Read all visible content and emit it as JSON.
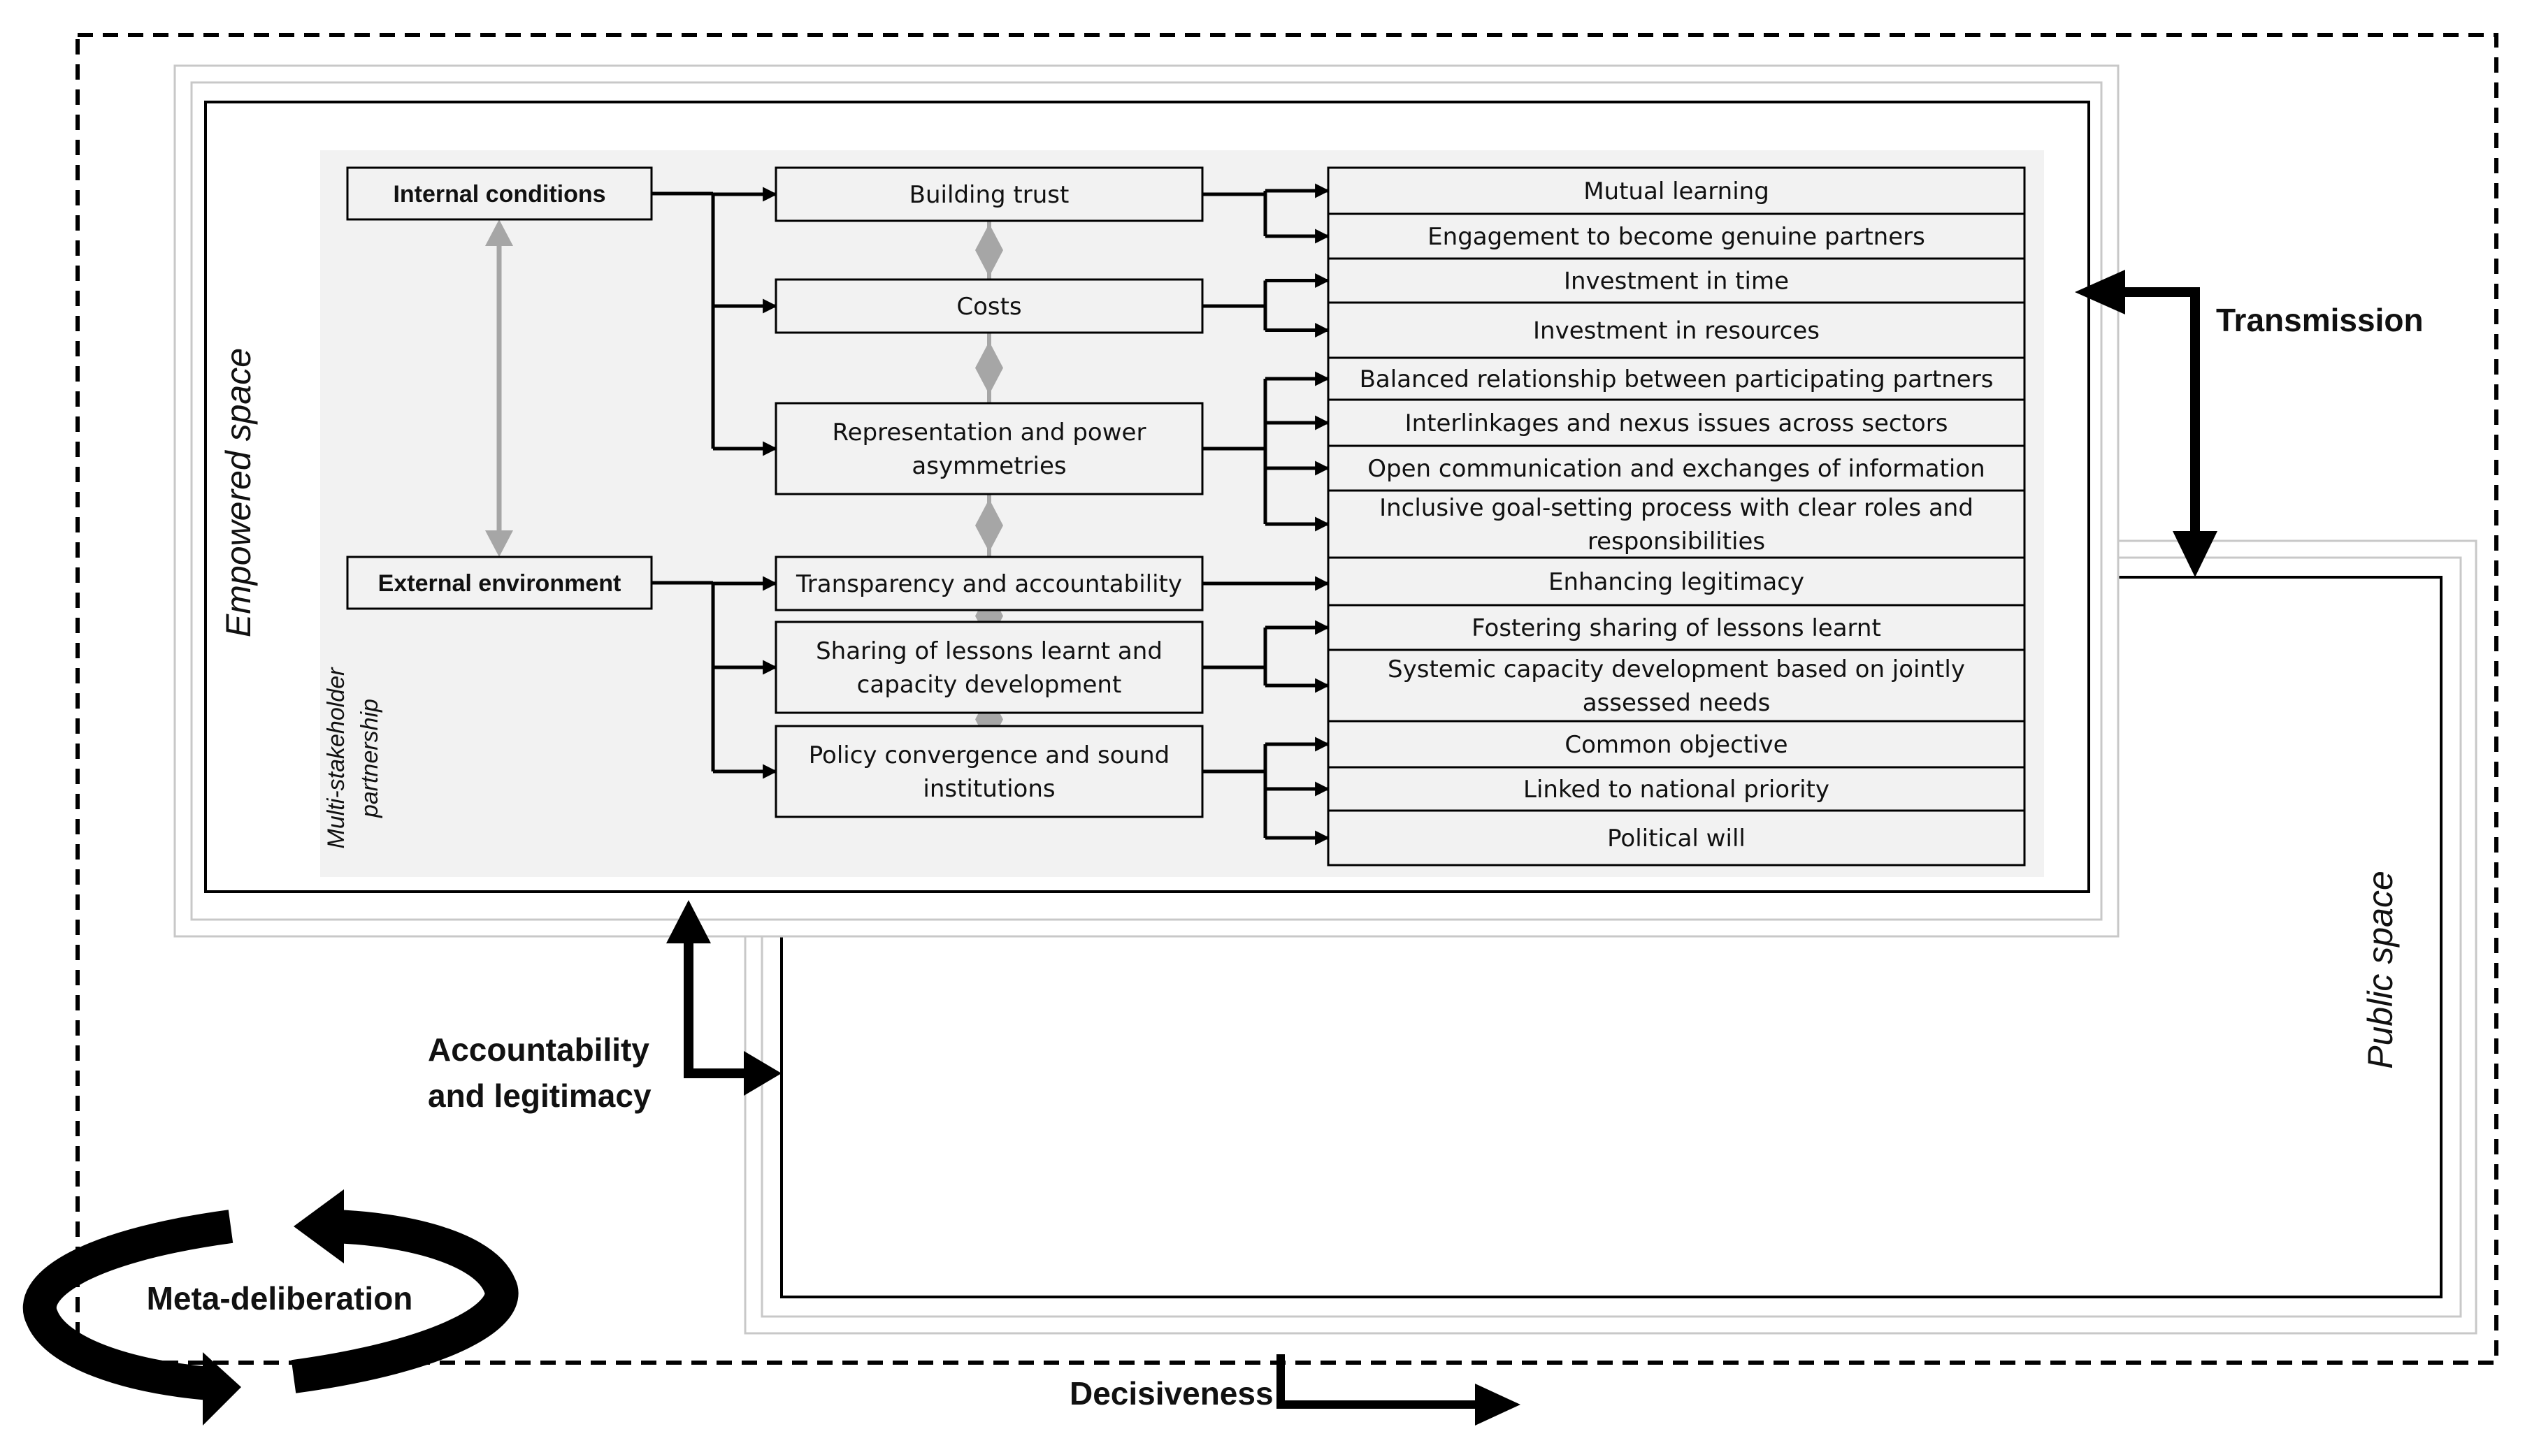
{
  "inputs": {
    "internal": "Internal conditions",
    "external": "External environment"
  },
  "factors": [
    {
      "lines": [
        "Building trust"
      ]
    },
    {
      "lines": [
        "Costs"
      ]
    },
    {
      "lines": [
        "Representation and power",
        "asymmetries"
      ]
    },
    {
      "lines": [
        "Transparency and accountability"
      ]
    },
    {
      "lines": [
        "Sharing of lessons learnt and",
        "capacity development"
      ]
    },
    {
      "lines": [
        "Policy convergence and sound",
        "institutions"
      ]
    }
  ],
  "outcomes": [
    {
      "lines": [
        "Mutual learning"
      ]
    },
    {
      "lines": [
        "Engagement to become genuine partners"
      ]
    },
    {
      "lines": [
        "Investment in time"
      ]
    },
    {
      "lines": [
        "Investment in resources"
      ]
    },
    {
      "lines": [
        "Balanced relationship between participating partners"
      ]
    },
    {
      "lines": [
        "Interlinkages and nexus issues across sectors"
      ]
    },
    {
      "lines": [
        "Open communication and exchanges of information"
      ]
    },
    {
      "lines": [
        "Inclusive goal-setting process with clear roles and",
        "responsibilities"
      ]
    },
    {
      "lines": [
        "Enhancing legitimacy"
      ]
    },
    {
      "lines": [
        "Fostering sharing of lessons learnt"
      ]
    },
    {
      "lines": [
        "Systemic capacity development based on jointly",
        "assessed needs"
      ]
    },
    {
      "lines": [
        "Common objective"
      ]
    },
    {
      "lines": [
        "Linked to national priority"
      ]
    },
    {
      "lines": [
        "Political will"
      ]
    }
  ],
  "labels": {
    "empowered_space": "Empowered space",
    "msp_line1": "Multi-stakeholder",
    "msp_line2": "partnership",
    "public_space": "Public space",
    "transmission": "Transmission",
    "accountability_line1": "Accountability",
    "accountability_line2": "and legitimacy",
    "meta_deliberation": "Meta-deliberation",
    "decisiveness": "Decisiveness"
  }
}
